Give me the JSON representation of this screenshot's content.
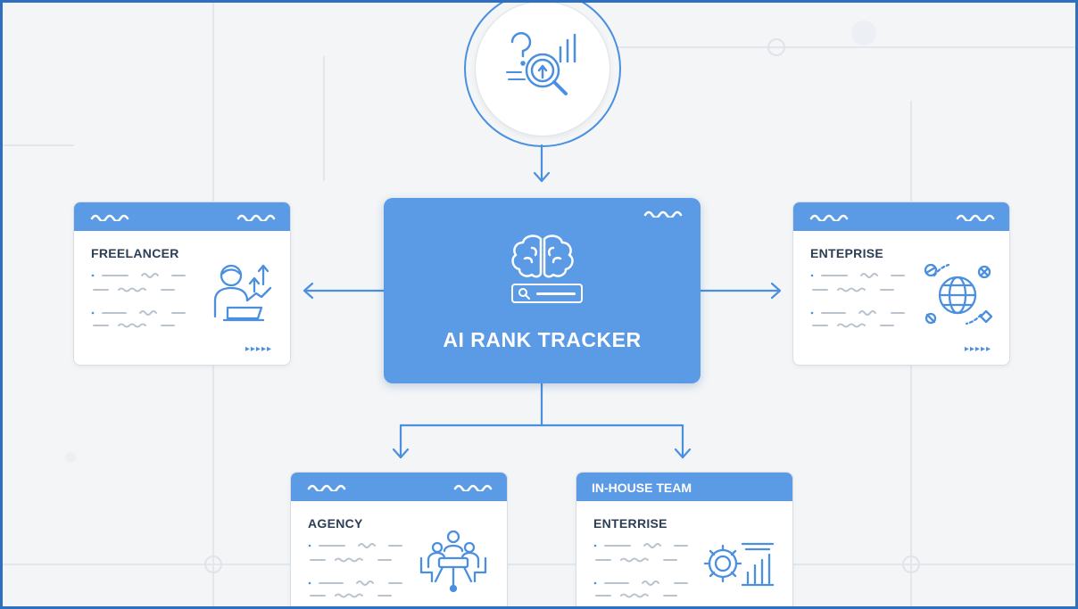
{
  "diagram": {
    "hub": {
      "title": "AI RANK TRACKER",
      "icon": "brain-search-icon"
    },
    "top_node": {
      "icon": "question-search-chart-icon"
    },
    "cards": {
      "freelancer": {
        "title": "FREELANCER",
        "icon": "person-laptop-growth-icon",
        "chevrons": "▸▸▸▸▸"
      },
      "enterprise": {
        "title": "ENTEPRISE",
        "icon": "globe-network-icon",
        "chevrons": "▸▸▸▸▸"
      },
      "agency": {
        "title": "AGENCY",
        "icon": "team-meeting-icon"
      },
      "inhouse": {
        "header": "IN-HOUSE TEAM",
        "title": "ENTERRISE",
        "icon": "gear-chart-icon"
      }
    }
  },
  "colors": {
    "accent": "#5b9be6",
    "line": "#4a8fe0",
    "background": "#f3f5f7",
    "frame": "#2f6fc0",
    "card_title": "#2c3e55"
  }
}
